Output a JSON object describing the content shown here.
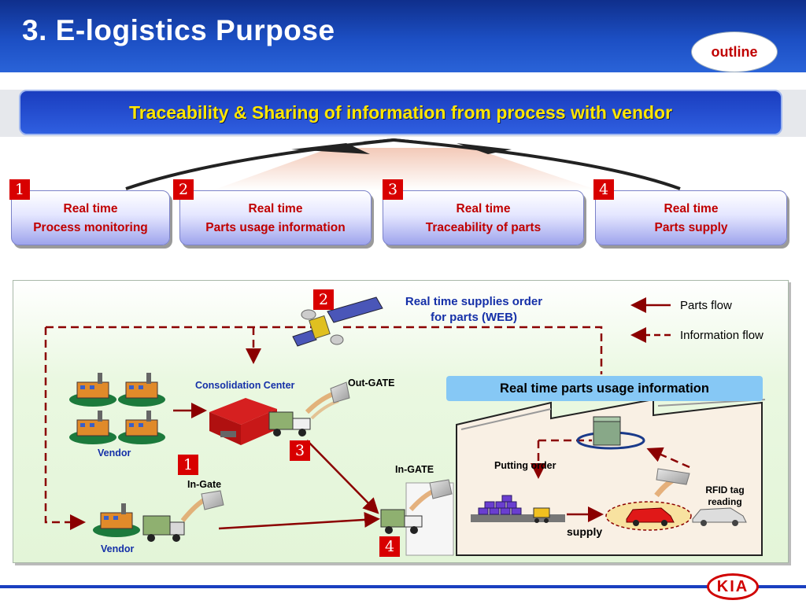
{
  "header": {
    "title": "3. E-logistics Purpose",
    "outline_label": "outline"
  },
  "banner": {
    "text": "Traceability & Sharing of information from process with vendor"
  },
  "steps": [
    {
      "number": "1",
      "line1": "Real time",
      "line2": "Process monitoring"
    },
    {
      "number": "2",
      "line1": "Real time",
      "line2": "Parts usage information"
    },
    {
      "number": "3",
      "line1": "Real time",
      "line2": "Traceability of parts"
    },
    {
      "number": "4",
      "line1": "Real time",
      "line2": "Parts supply"
    }
  ],
  "diagram": {
    "supplies_order": {
      "number": "2",
      "line1": "Real time supplies order",
      "line2": "for parts (WEB)"
    },
    "legend": {
      "parts_flow": "Parts flow",
      "information_flow": "Information flow"
    },
    "consolidation_center": "Consolidation Center",
    "out_gate": "Out-GATE",
    "in_gate_upper": "In-GATE",
    "in_gate_lower": "In-Gate",
    "vendor_top": "Vendor",
    "vendor_bottom": "Vendor",
    "usage_info": "Real time parts usage information",
    "putting_order": "Putting order",
    "rfid_line1": "RFID tag",
    "rfid_line2": "reading",
    "supply": "supply",
    "marker_1": "1",
    "marker_3": "3",
    "marker_4": "4"
  },
  "footer": {
    "logo_text": "KIA"
  },
  "colors": {
    "header_blue": "#1c4fc4",
    "banner_text": "#ffe600",
    "accent_red": "#c00000",
    "flow_dark_red": "#8b0000"
  }
}
